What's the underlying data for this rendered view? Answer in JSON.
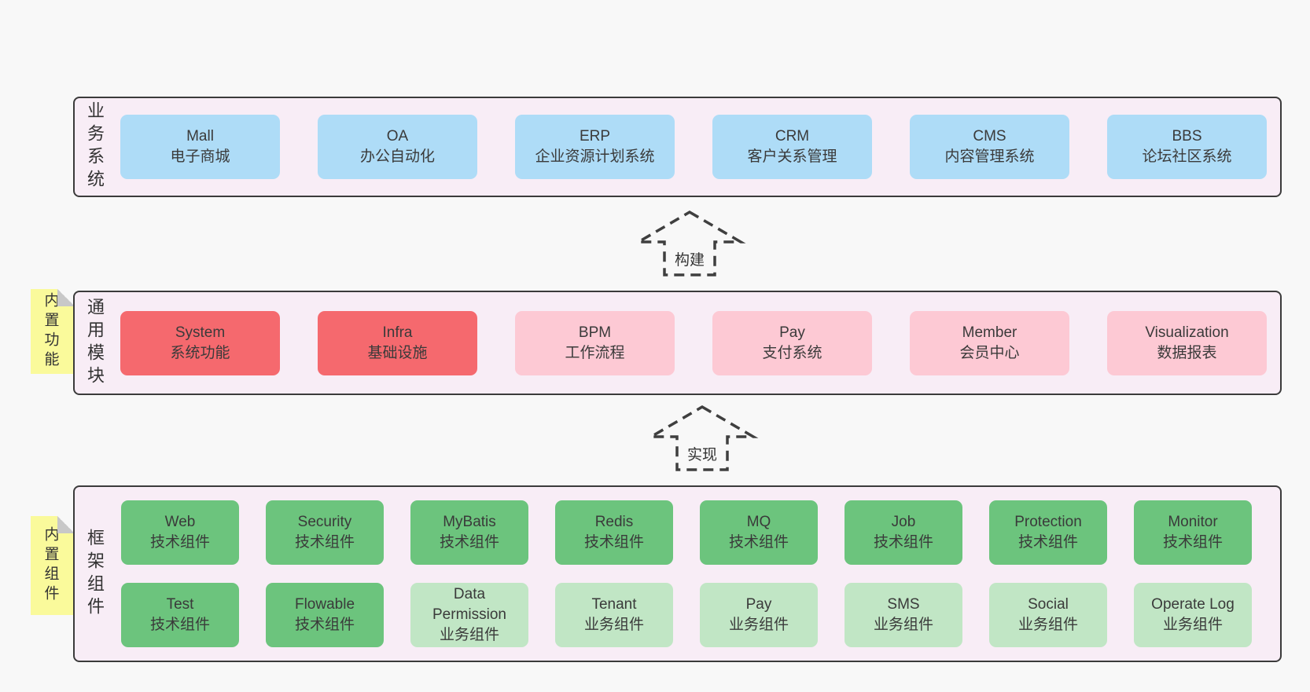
{
  "colors": {
    "page-bg": "#f8f8f8",
    "band-bg": "#f8edf6",
    "band-border": "#3b3b3b",
    "text-dark": "#3a3a3a",
    "box-blue": "#aedcf7",
    "box-red": "#f5696e",
    "box-pink": "#fdc9d4",
    "box-green": "#6cc47d",
    "box-green-light": "#c1e6c5",
    "tab-yellow": "#fafa9b",
    "fold-gray": "#c8c8c8",
    "arrow-stroke": "#3f3f3f"
  },
  "arrows": {
    "build": "构建",
    "implement": "实现"
  },
  "bands": {
    "business": {
      "label": "业务系统",
      "boxes": [
        {
          "title": "Mall",
          "subtitle": "电子商城"
        },
        {
          "title": "OA",
          "subtitle": "办公自动化"
        },
        {
          "title": "ERP",
          "subtitle": "企业资源计划系统"
        },
        {
          "title": "CRM",
          "subtitle": "客户关系管理"
        },
        {
          "title": "CMS",
          "subtitle": "内容管理系统"
        },
        {
          "title": "BBS",
          "subtitle": "论坛社区系统"
        }
      ]
    },
    "modules": {
      "label": "通用模块",
      "tab": "内置功能",
      "boxes": [
        {
          "title": "System",
          "subtitle": "系统功能"
        },
        {
          "title": "Infra",
          "subtitle": "基础设施"
        },
        {
          "title": "BPM",
          "subtitle": "工作流程"
        },
        {
          "title": "Pay",
          "subtitle": "支付系统"
        },
        {
          "title": "Member",
          "subtitle": "会员中心"
        },
        {
          "title": "Visualization",
          "subtitle": "数据报表"
        }
      ]
    },
    "framework": {
      "label": "框架组件",
      "tab": "内置组件",
      "row1": [
        {
          "title": "Web",
          "subtitle": "技术组件"
        },
        {
          "title": "Security",
          "subtitle": "技术组件"
        },
        {
          "title": "MyBatis",
          "subtitle": "技术组件"
        },
        {
          "title": "Redis",
          "subtitle": "技术组件"
        },
        {
          "title": "MQ",
          "subtitle": "技术组件"
        },
        {
          "title": "Job",
          "subtitle": "技术组件"
        },
        {
          "title": "Protection",
          "subtitle": "技术组件"
        },
        {
          "title": "Monitor",
          "subtitle": "技术组件"
        }
      ],
      "row2": [
        {
          "title": "Test",
          "subtitle": "技术组件"
        },
        {
          "title": "Flowable",
          "subtitle": "技术组件"
        },
        {
          "title": "Data Permission",
          "subtitle": "业务组件"
        },
        {
          "title": "Tenant",
          "subtitle": "业务组件"
        },
        {
          "title": "Pay",
          "subtitle": "业务组件"
        },
        {
          "title": "SMS",
          "subtitle": "业务组件"
        },
        {
          "title": "Social",
          "subtitle": "业务组件"
        },
        {
          "title": "Operate Log",
          "subtitle": "业务组件"
        }
      ]
    }
  }
}
